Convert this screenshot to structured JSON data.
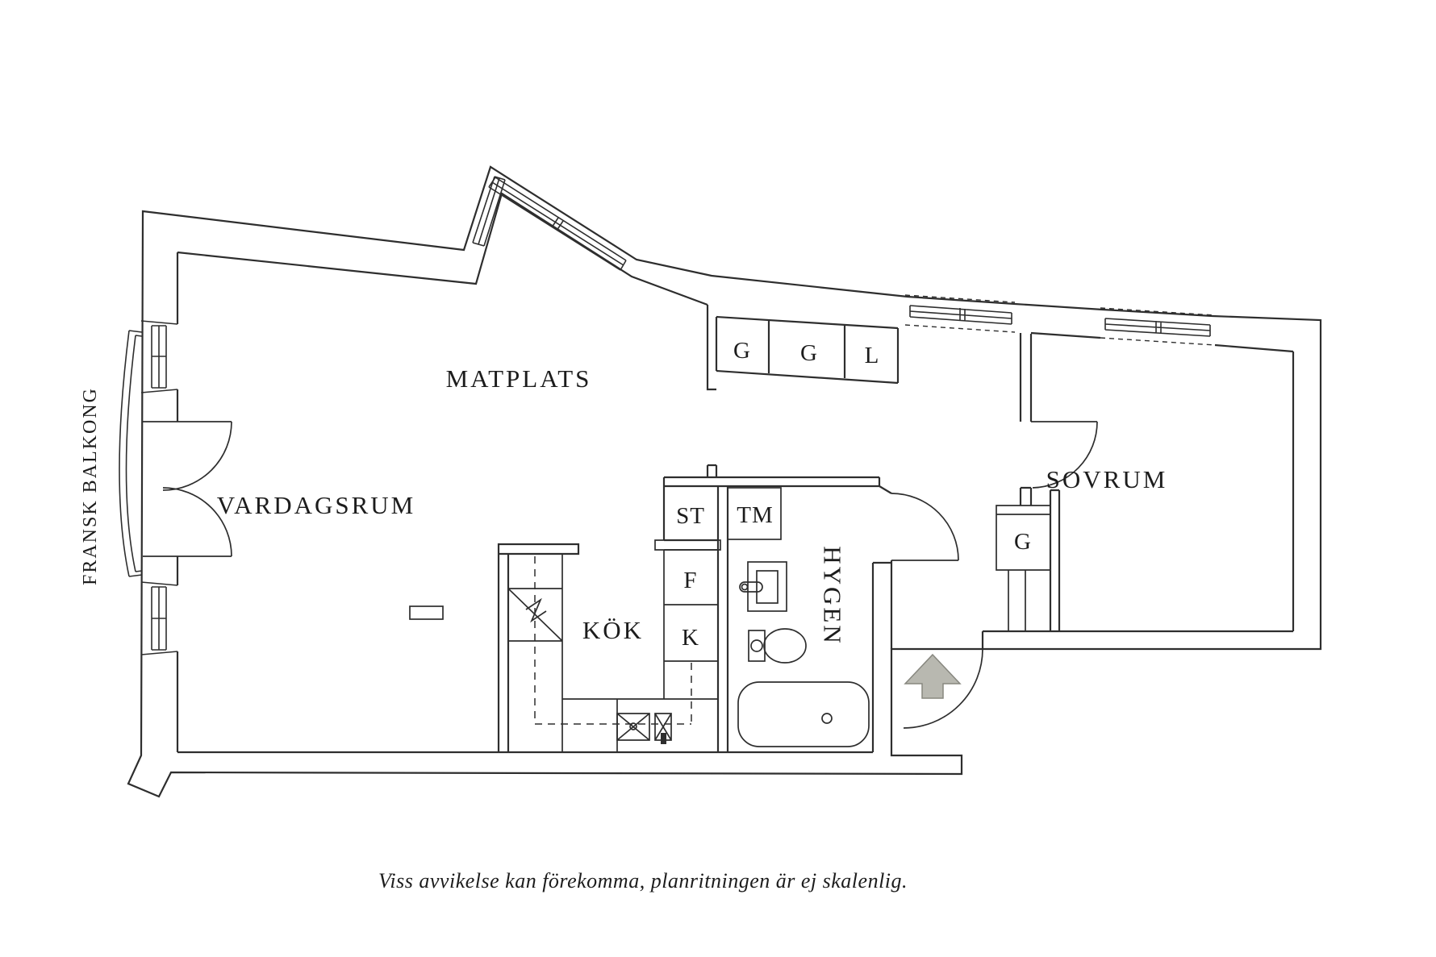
{
  "rooms": {
    "living_room": "VARDAGSRUM",
    "dining_area": "MATPLATS",
    "kitchen": "KÖK",
    "bathroom": "HYGEN",
    "bedroom": "SOVRUM",
    "french_balcony": "FRANSK BALKONG"
  },
  "fixtures": {
    "wardrobe_1": "G",
    "wardrobe_2": "G",
    "linen_closet": "L",
    "hall_wardrobe": "G",
    "cleaning_closet": "ST",
    "washing_machine": "TM",
    "freezer": "F",
    "fridge": "K"
  },
  "footer": {
    "note": "Viss avvikelse kan förekomma, planritningen är ej skalenlig."
  },
  "colors": {
    "line": "#2e2e2e",
    "arrow_fill": "#b8b8b0",
    "arrow_stroke": "#87877f",
    "background": "#ffffff"
  }
}
